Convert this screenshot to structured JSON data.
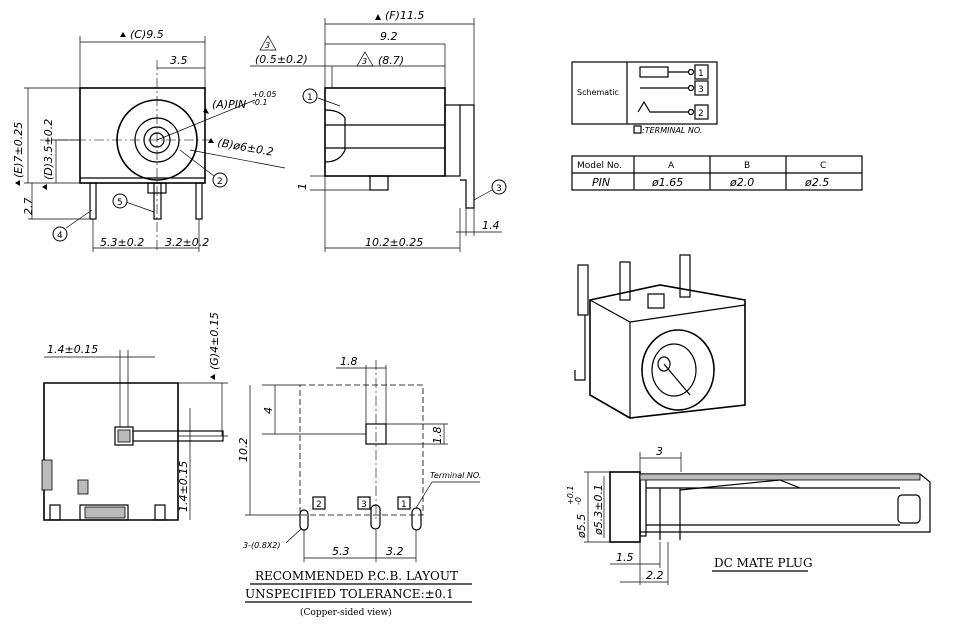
{
  "front_view": {
    "dim_c": "(C)9.5",
    "dim_35": "3.5",
    "dim_e": "(E)7±0.25",
    "dim_d": "(D)3.5±0.2",
    "dim_27": "2.7",
    "dim_a": "(A)PIN",
    "dim_a_tol_top": "+0.05",
    "dim_a_tol_bot": "-0.1",
    "dim_b": "(B)ø6±0.2",
    "dim_53": "5.3±0.2",
    "dim_32": "3.2±0.2",
    "callout_2": "2",
    "callout_4": "4",
    "callout_5": "5"
  },
  "side_view": {
    "dim_f": "(F)11.5",
    "dim_92": "9.2",
    "dim_05": "(0.5±0.2)",
    "dim_87": "(8.7)",
    "warn_num": "3",
    "dim_1": "1",
    "dim_102": "10.2±0.25",
    "dim_14": "1.4",
    "callout_1": "1",
    "callout_3": "3"
  },
  "schematic": {
    "label": "Schematic",
    "term_1": "1",
    "term_2": "2",
    "term_3": "3",
    "legend": ":TERMINAL NO."
  },
  "table": {
    "headers": [
      "Model No.",
      "A",
      "B",
      "C"
    ],
    "row_label": "PIN",
    "row_values": [
      "ø1.65",
      "ø2.0",
      "ø2.5"
    ]
  },
  "bottom_view": {
    "dim_14_015": "1.4±0.15",
    "dim_g": "(G)4±0.15",
    "dim_14_015b": "1.4±0.15"
  },
  "pcb": {
    "dim_18_top": "1.8",
    "dim_4": "4",
    "dim_102": "10.2",
    "dim_18_side": "1.8",
    "dim_53": "5.3",
    "dim_32": "3.2",
    "holes": "3-(0.8X2)",
    "terminal_no": "Terminal NO.",
    "pad_2": "2",
    "pad_3": "3",
    "pad_1": "1",
    "title": "RECOMMENDED P.C.B. LAYOUT",
    "tolerance": "UNSPECIFIED TOLERANCE:±0.1",
    "view_note": "(Copper-sided view)"
  },
  "plug": {
    "dim_3": "3",
    "dim_55": "ø5.5",
    "dim_55_tol_top": "+0.1",
    "dim_55_tol_bot": "-0",
    "dim_53": "ø5.3±0.1",
    "dim_15": "1.5",
    "dim_22": "2.2",
    "title": "DC MATE PLUG"
  }
}
